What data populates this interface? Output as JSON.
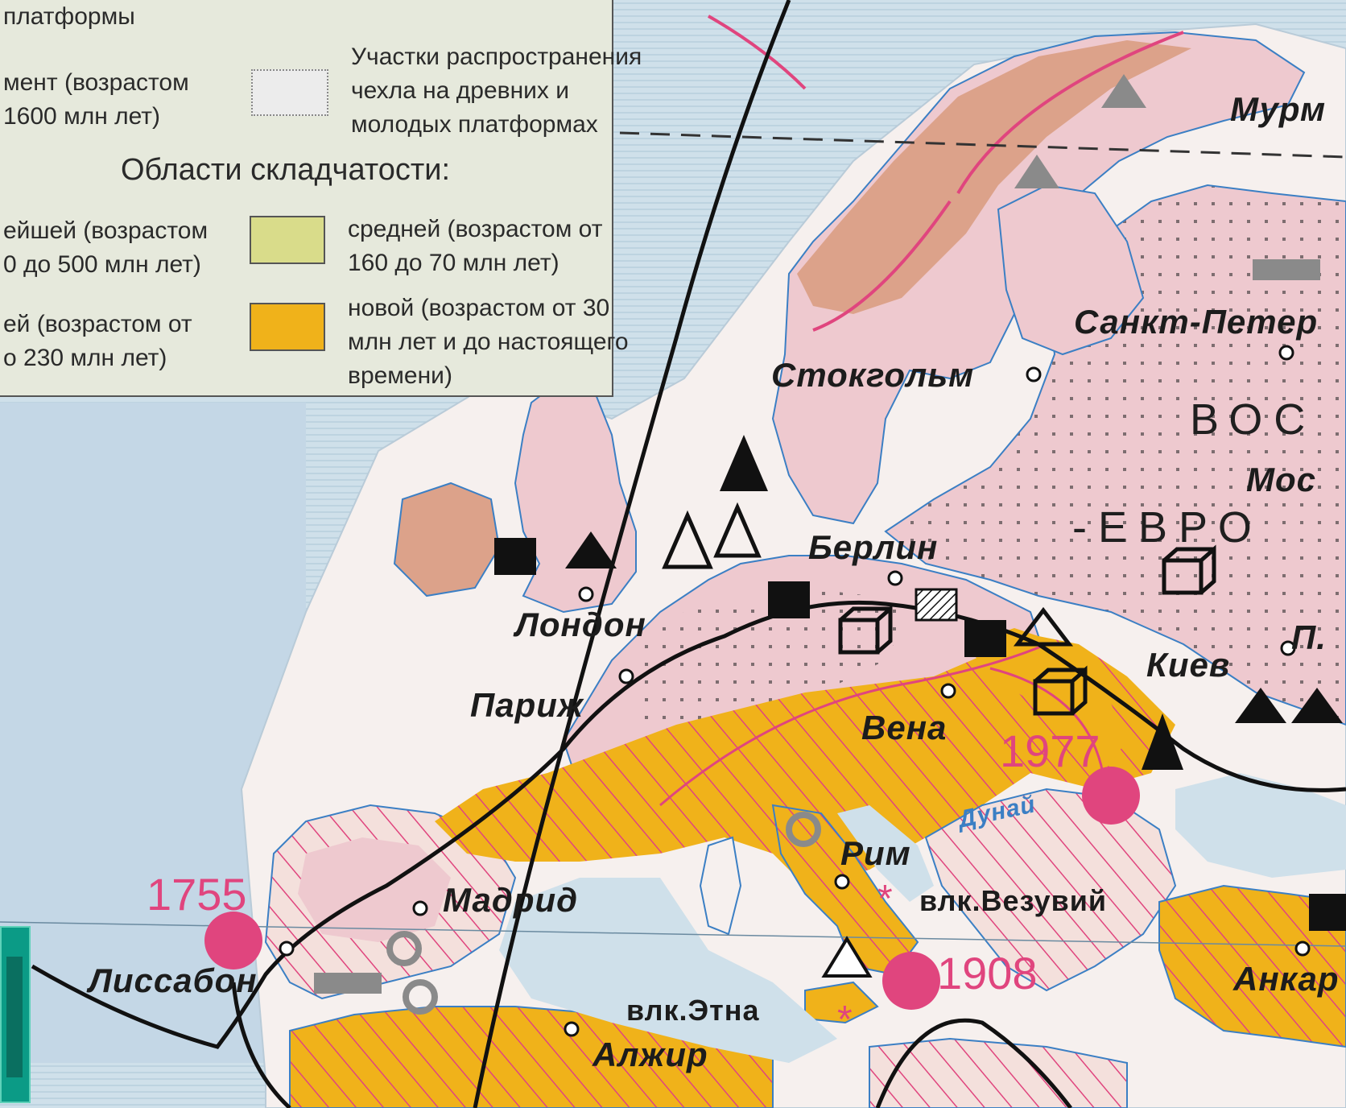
{
  "legend": {
    "header_fragment": "платформы",
    "basement_line1": "мент (возрастом",
    "basement_line2": "1600 млн лет)",
    "cover_label_line1": "Участки распространения",
    "cover_label_line2": "чехла на древних и",
    "cover_label_line3": "молодых платформах",
    "folding_title": "Области  складчатости:",
    "ancient_line1": "ейшей (возрастом",
    "ancient_line2": "0 до 500 млн лет)",
    "old_line1": "ей (возрастом  от",
    "old_line2": "о 230 млн лет)",
    "middle_line1": "средней (возрастом  от",
    "middle_line2": "160  до  70 млн лет)",
    "new_line1": "новой (возрастом  от 30",
    "new_line2": "млн  лет и до настоящего",
    "new_line3": "времени)"
  },
  "cities": {
    "murmansk": "Мурм",
    "spb": "Санкт-Петер",
    "stockholm": "Стокгольм",
    "moscow": "Мос",
    "berlin": "Берлин",
    "london": "Лондон",
    "paris": "Париж",
    "kiev": "Киев",
    "vienna": "Вена",
    "rome": "Рим",
    "madrid": "Мадрид",
    "lisbon": "Лиссабон",
    "algiers": "Алжир",
    "ankara": "Анкар",
    "p_fragment": "П.",
    "danube": "Дунай"
  },
  "regions": {
    "line1": "ВОС",
    "line2": "-ЕВРО"
  },
  "volcanoes": {
    "vesuvius": "влк.Везувий",
    "etna": "влк.Этна"
  },
  "earthquakes": {
    "lisbon": "1755",
    "messina": "1908",
    "vrancea": "1977"
  },
  "colors": {
    "sea": "#cfe0ea",
    "land_pink": "#eec9cf",
    "fold_orange": "#f0b21a",
    "fold_pale": "#f4e0dc",
    "hatch_red": "#e0457e",
    "ancient_fold": "#dca28a",
    "quake": "#e0457e",
    "text": "#1c1c1c"
  }
}
